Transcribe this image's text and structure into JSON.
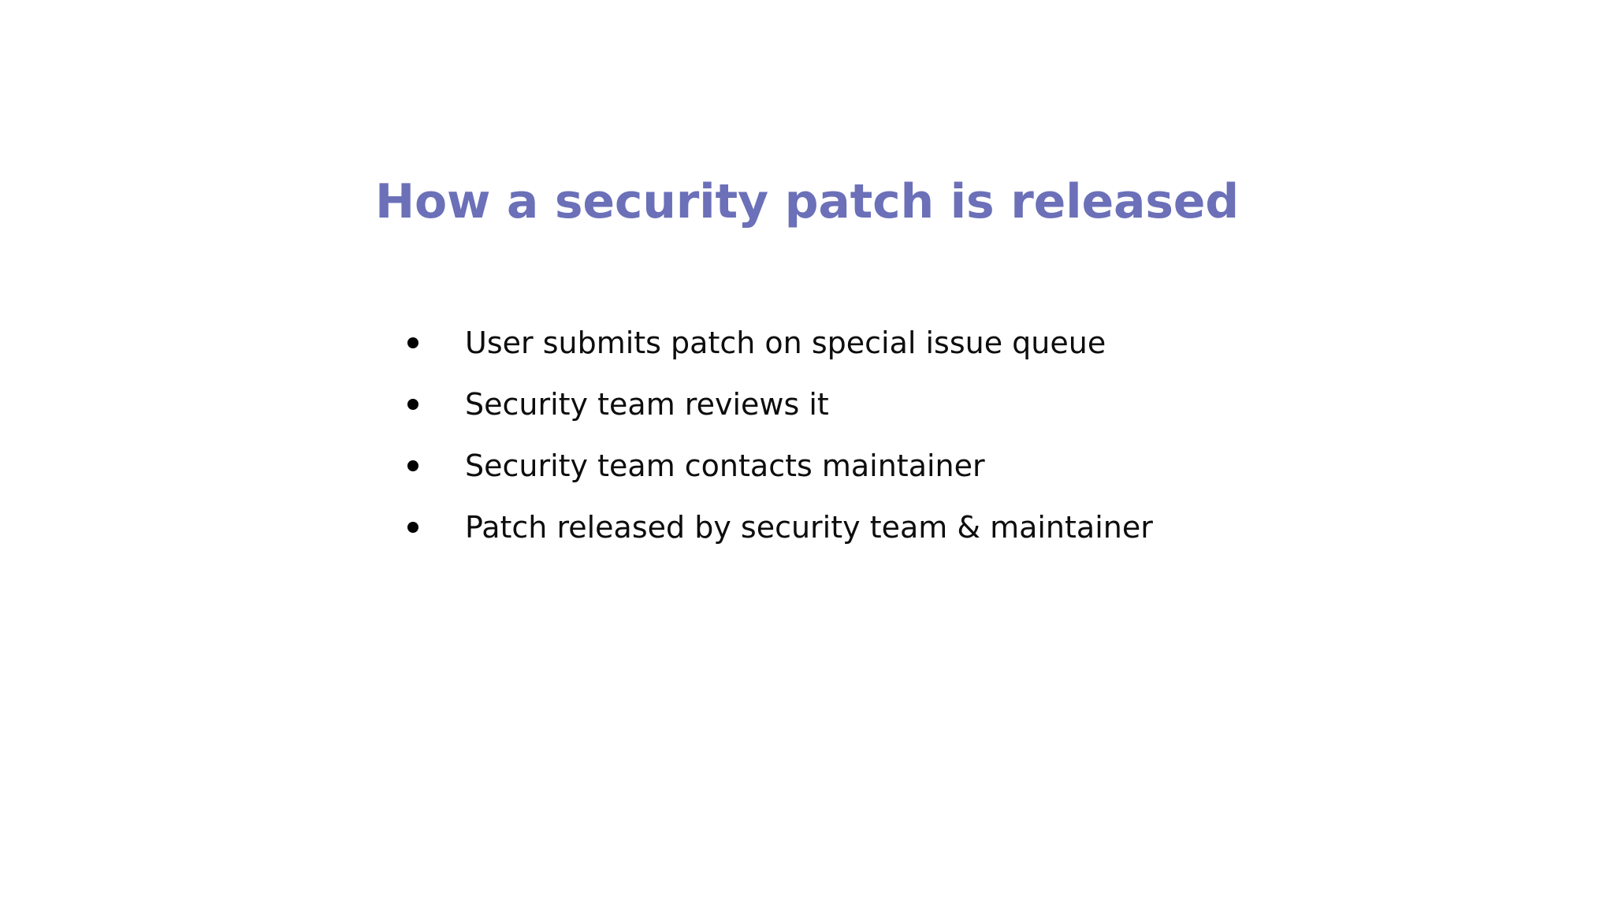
{
  "slide": {
    "title": "How a security patch is released",
    "title_color": "#6b70b8",
    "background_color": "#ffffff",
    "body_text_color": "#0d0d0d",
    "bullet_marker_glyph": "●",
    "bullets": [
      {
        "text": "User submits patch on special issue queue"
      },
      {
        "text": "Security team reviews it"
      },
      {
        "text": "Security team contacts maintainer"
      },
      {
        "text": "Patch released by security team & maintainer"
      }
    ]
  }
}
